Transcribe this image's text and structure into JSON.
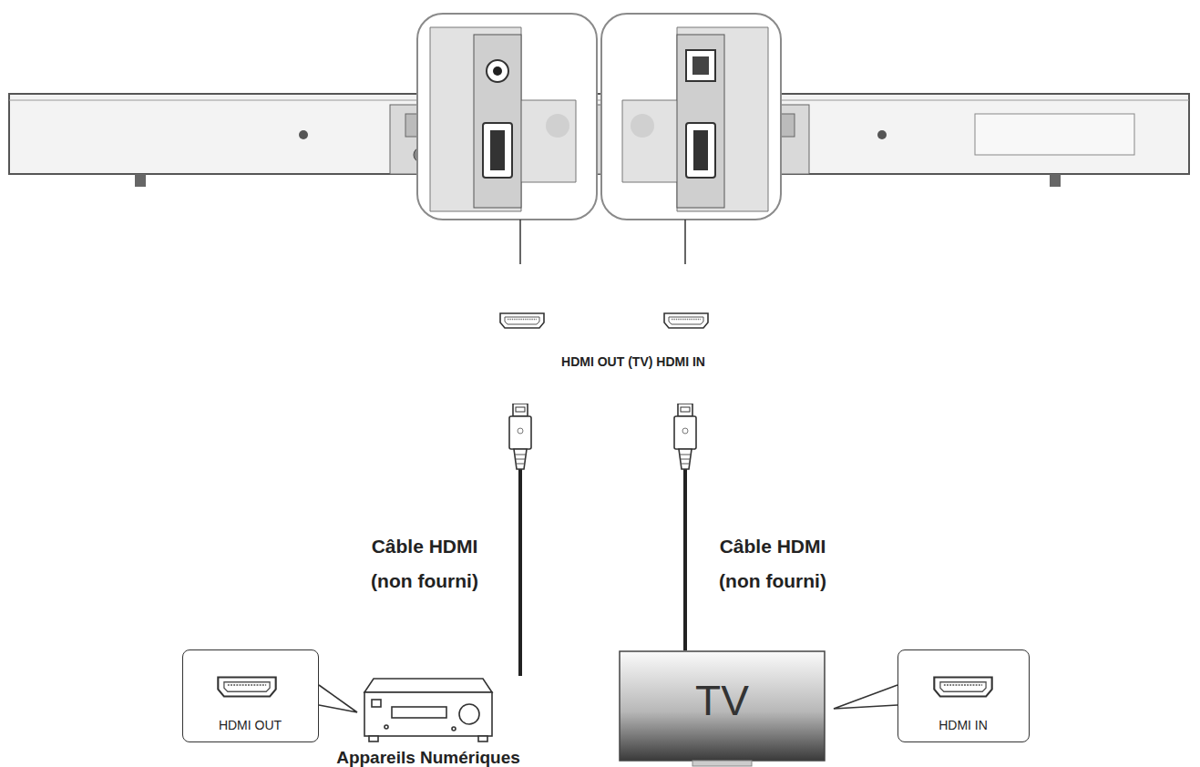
{
  "diagram": {
    "nodes": [
      {
        "text": [
          "HDMI OUT"
        ]
      },
      {
        "text": [
          "Appareils Numériques"
        ]
      },
      {
        "text": [
          "TV"
        ]
      },
      {
        "text": [
          "HDMI IN"
        ]
      }
    ],
    "labels": [
      "HDMI OUT (TV) HDMI IN",
      "Câble HDMI",
      "(non fourni)",
      "Câble HDMI",
      "(non fourni)"
    ]
  }
}
